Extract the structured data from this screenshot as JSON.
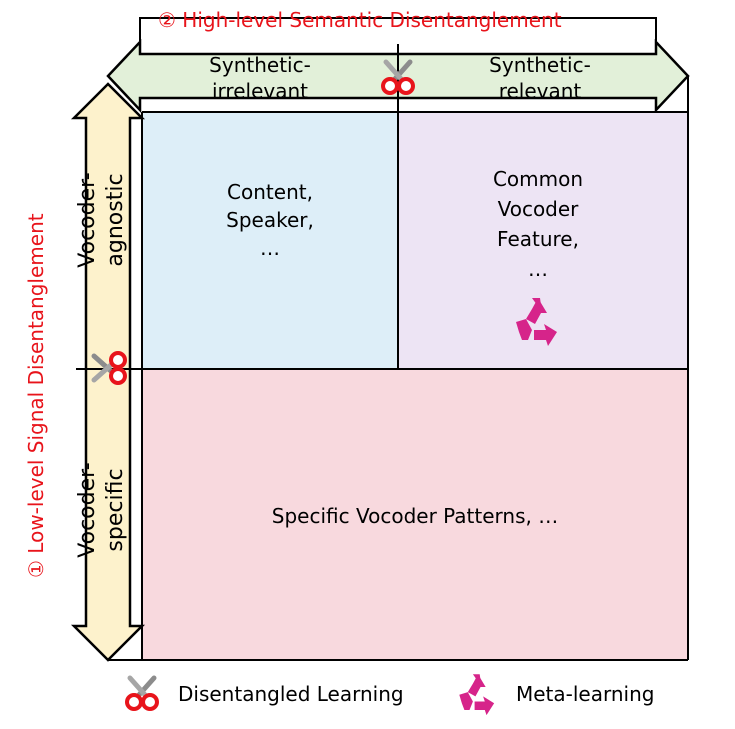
{
  "top_axis": {
    "title": "② High-level Semantic Disentanglement",
    "left_label_1": "Synthetic-",
    "left_label_2": "irrelevant",
    "right_label_1": "Synthetic-",
    "right_label_2": "relevant"
  },
  "left_axis": {
    "title": "① Low-level Signal Disentanglement",
    "top_label_1": "Vocoder-",
    "top_label_2": "agnostic",
    "bottom_label_1": "Vocoder-",
    "bottom_label_2": "specific"
  },
  "quadrants": {
    "tl_line1": "Content,",
    "tl_line2": "Speaker,",
    "tl_line3": "…",
    "tr_line1": "Common",
    "tr_line2": "Vocoder",
    "tr_line3": "Feature,",
    "tr_line4": "…",
    "bottom": "Specific Vocoder Patterns, …"
  },
  "legend": {
    "disentangled": "Disentangled Learning",
    "meta": "Meta-learning"
  },
  "colors": {
    "tl": "#ddeef8",
    "tr": "#ede4f4",
    "bottom": "#f8d9de",
    "top_arrow": "#e2f0d9",
    "left_arrow": "#fdf2cc",
    "accent_red": "#e8141b",
    "recycle": "#d6248a"
  }
}
